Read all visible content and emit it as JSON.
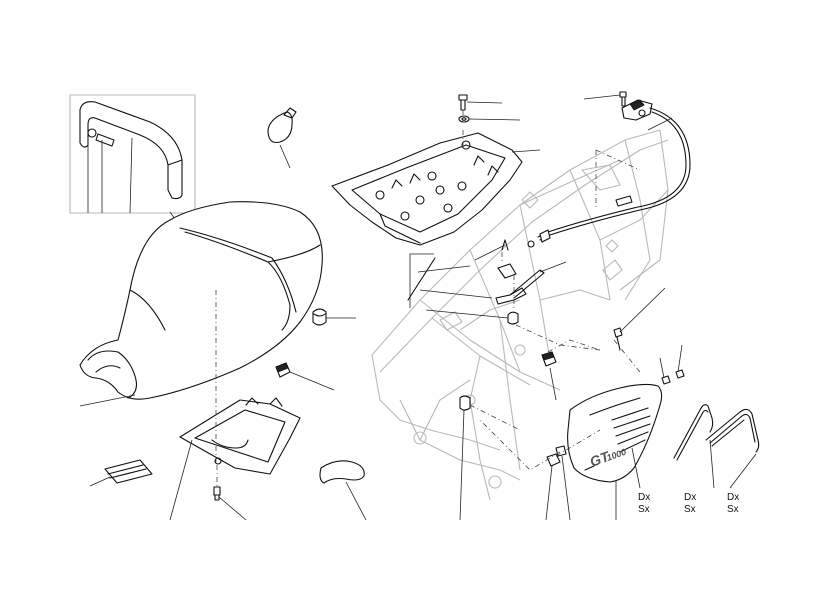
{
  "side_labels": [
    {
      "right": "Dx",
      "left": "Sx"
    },
    {
      "right": "Dx",
      "left": "Sx"
    },
    {
      "right": "Dx",
      "left": "Sx"
    }
  ],
  "side_cover_logo": {
    "model": "GT",
    "number": "1000"
  },
  "colors": {
    "line": "#111111",
    "frame": "#b9b9b9",
    "background": "#ffffff"
  }
}
